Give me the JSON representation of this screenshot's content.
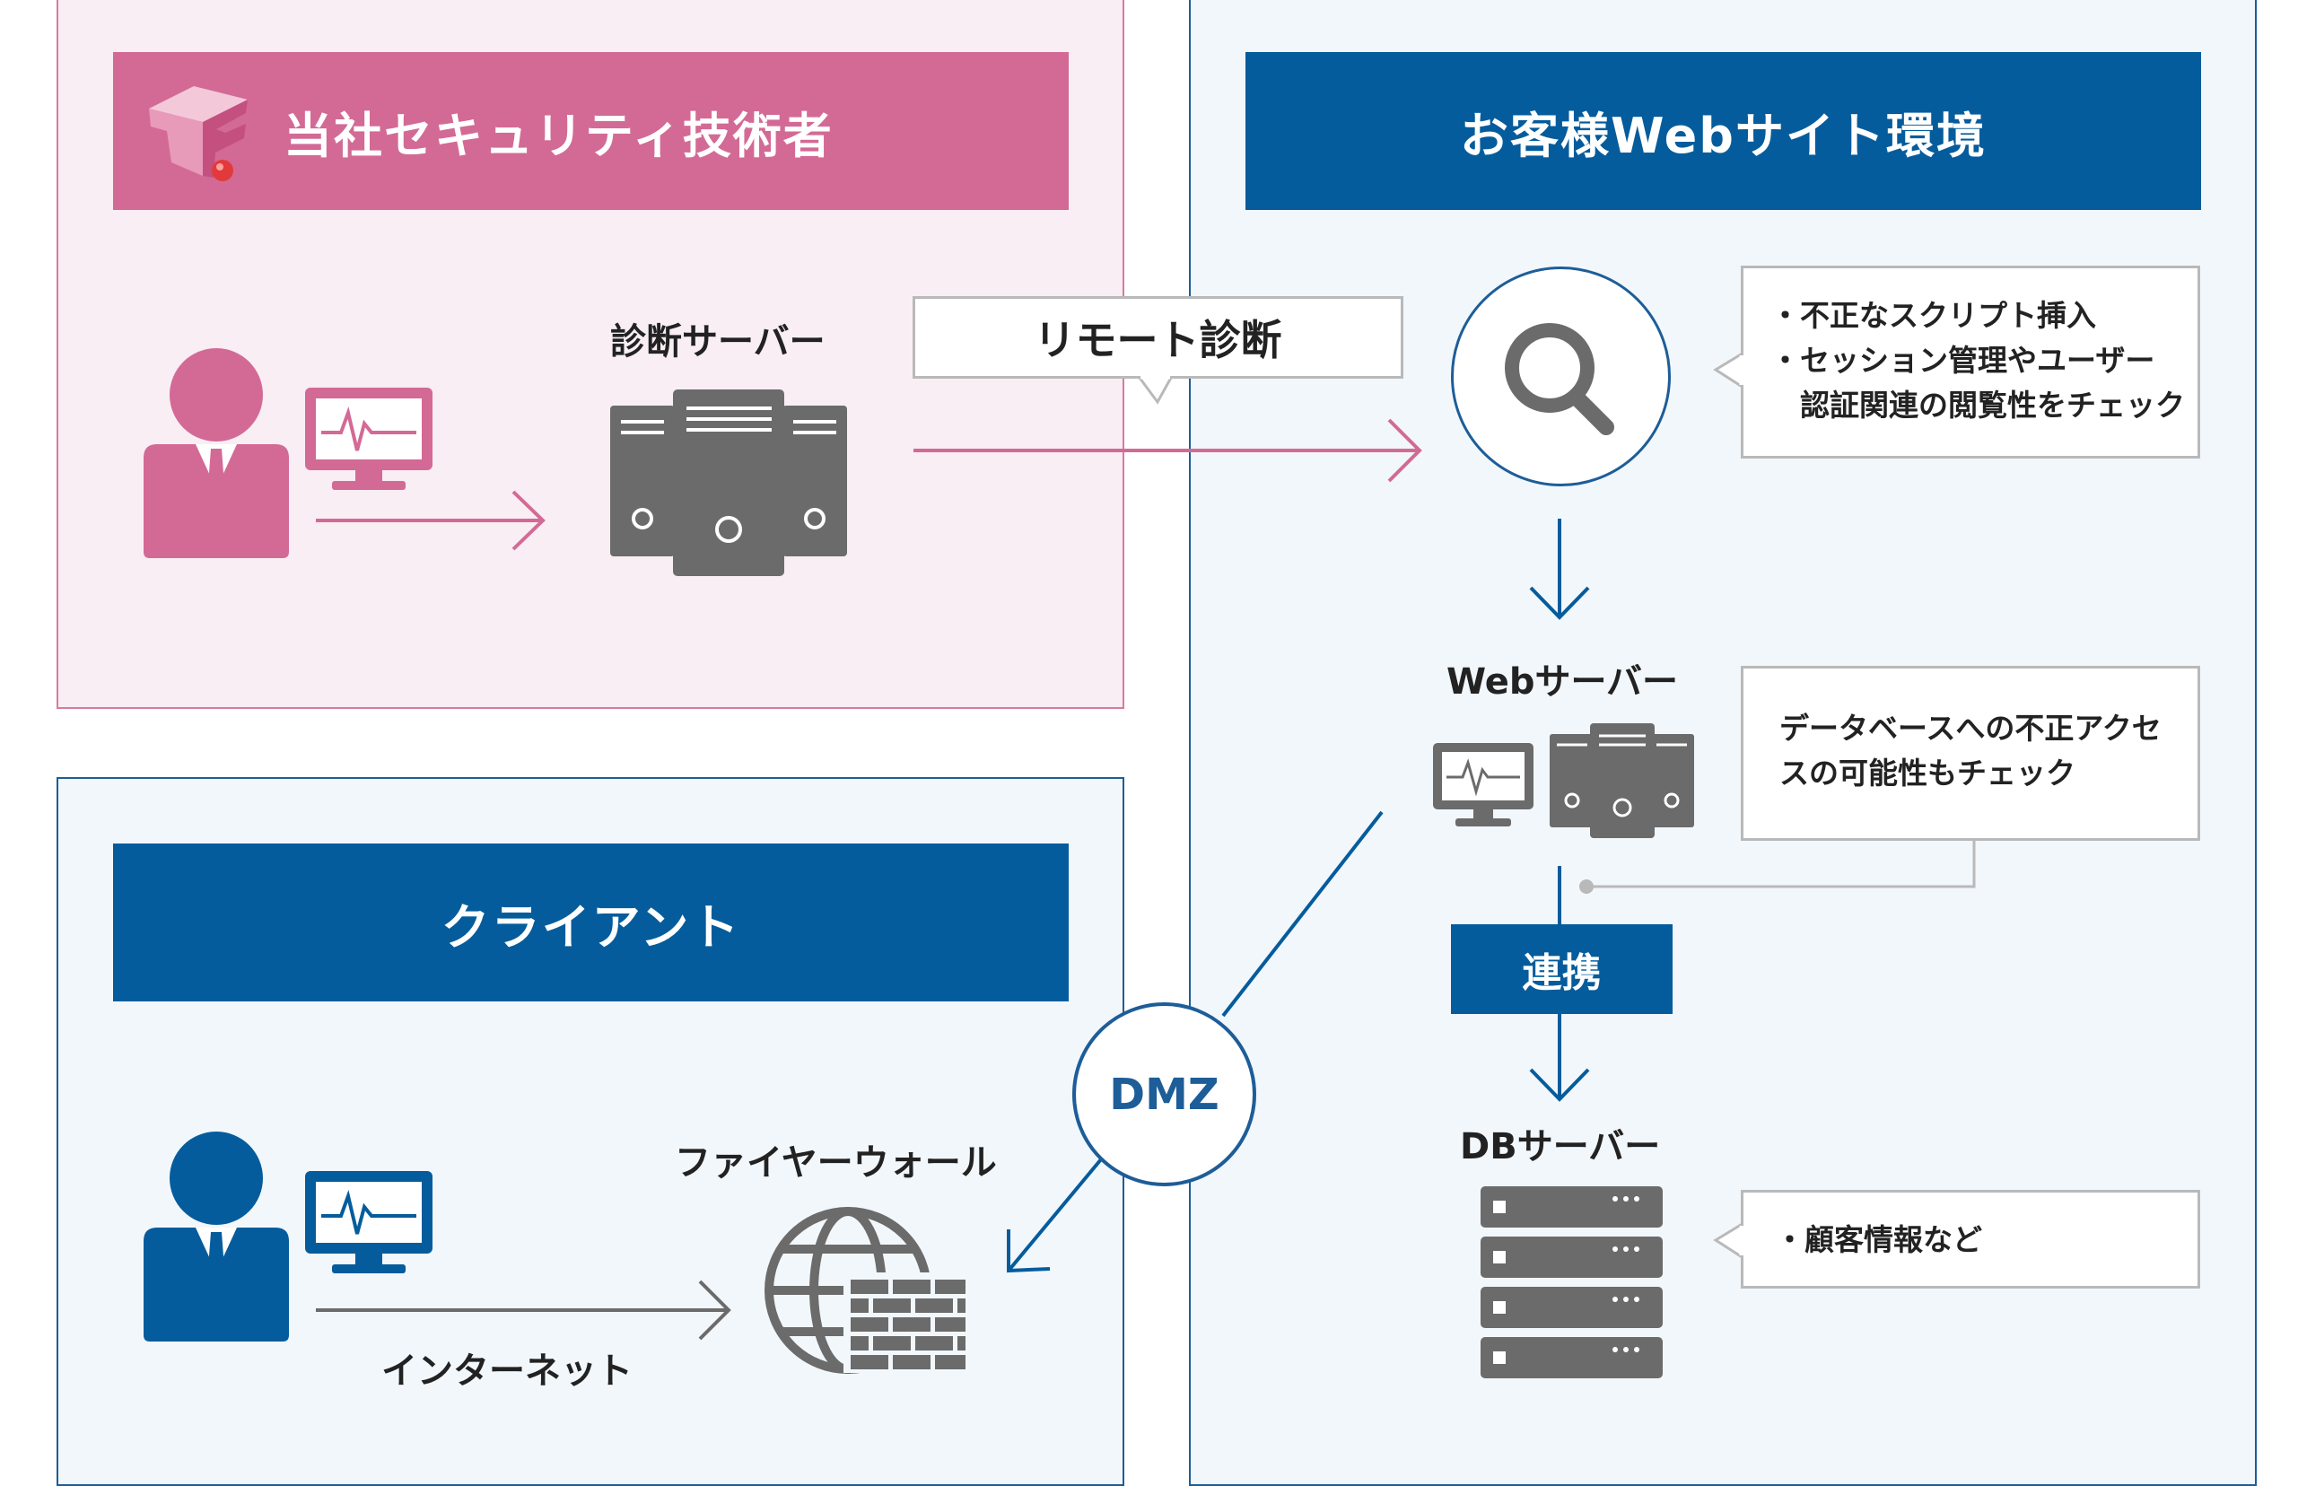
{
  "panels": {
    "company": {
      "title": "当社セキュリティ技術者",
      "server_label": "診断サーバー"
    },
    "customer": {
      "title": "お客様Webサイト環境",
      "web_server_label": "Webサーバー",
      "db_server_label": "DBサーバー",
      "link_label": "連携"
    },
    "client": {
      "title": "クライアント",
      "firewall_label": "ファイヤーウォール",
      "internet_label": "インターネット"
    }
  },
  "remote_label": "リモート診断",
  "dmz_label": "DMZ",
  "callouts": {
    "search": [
      "・不正なスクリプト挿入",
      "・セッション管理やユーザー",
      "　認証関連の閲覧性をチェック"
    ],
    "web": [
      "データベースへの不正アクセ",
      "スの可能性もチェック"
    ],
    "db": [
      "・顧客情報など"
    ]
  },
  "colors": {
    "pink": "#d36a95",
    "pink_bg": "#f8eef3",
    "blue": "#055c9c",
    "blue_bg": "#f2f7fb",
    "icon_gray": "#6b6b6b"
  }
}
